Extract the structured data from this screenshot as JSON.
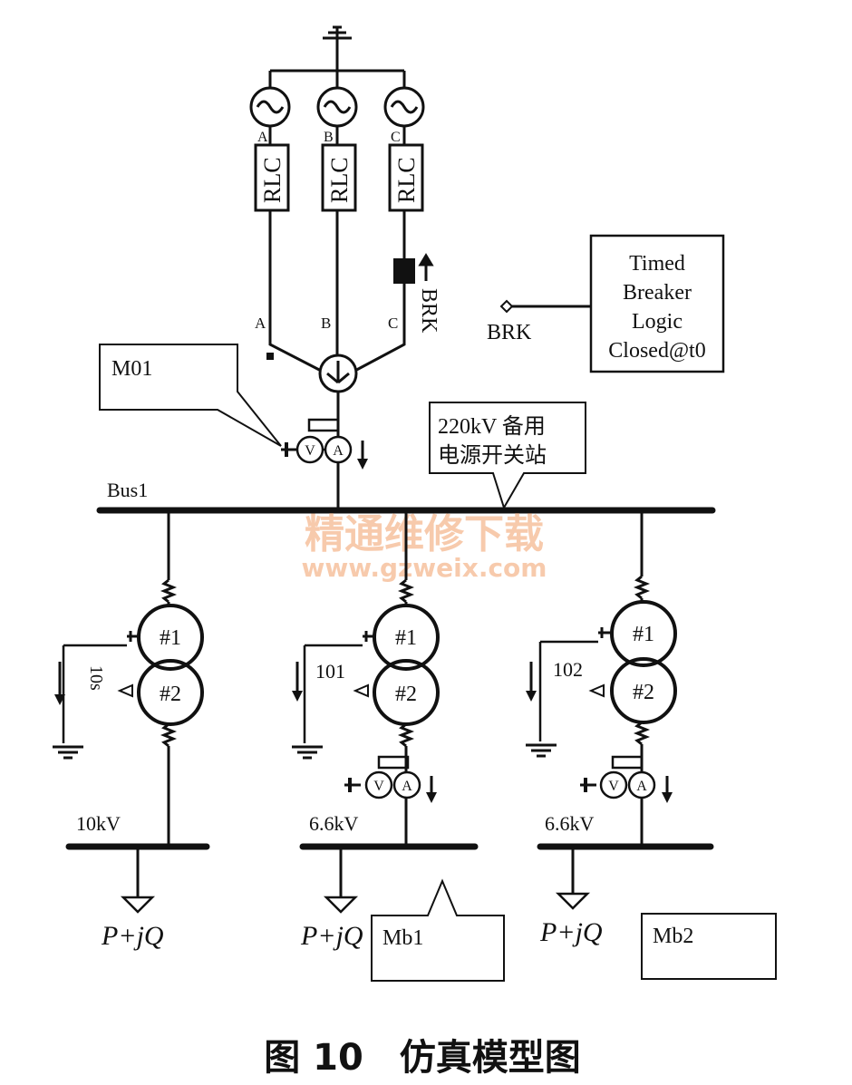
{
  "sources": {
    "phase_labels": [
      "A",
      "B",
      "C"
    ],
    "rlc_label": "RLC"
  },
  "wires": {
    "phase_labels": [
      "A",
      "B",
      "C"
    ]
  },
  "breaker": {
    "label": "BRK",
    "logic_input_label": "BRK",
    "logic_lines": [
      "Timed",
      "Breaker",
      "Logic",
      "Closed@t0"
    ]
  },
  "meters": {
    "voltmeter_label": "V",
    "ammeter_label": "A",
    "callout_label": "M01"
  },
  "station_label": {
    "line1": "220kV 备用",
    "line2": "电源开关站"
  },
  "main_bus": {
    "label": "Bus1"
  },
  "transformers": [
    {
      "primary": "#1",
      "secondary": "#2",
      "tag": "10s",
      "bus_label": "10kV",
      "load": "P+jQ"
    },
    {
      "primary": "#1",
      "secondary": "#2",
      "tag": "101",
      "bus_label": "6.6kV",
      "load": "P+jQ"
    },
    {
      "primary": "#1",
      "secondary": "#2",
      "tag": "102",
      "bus_label": "6.6kV",
      "load": "P+jQ"
    }
  ],
  "motor_labels": [
    "Mb1",
    "Mb2"
  ],
  "watermark": {
    "line1": "精通维修下载",
    "line2": "www.gzweix.com"
  },
  "caption": "图 10　仿真模型图",
  "colors": {
    "ink": "#111111",
    "watermark": "#f4b48a"
  }
}
